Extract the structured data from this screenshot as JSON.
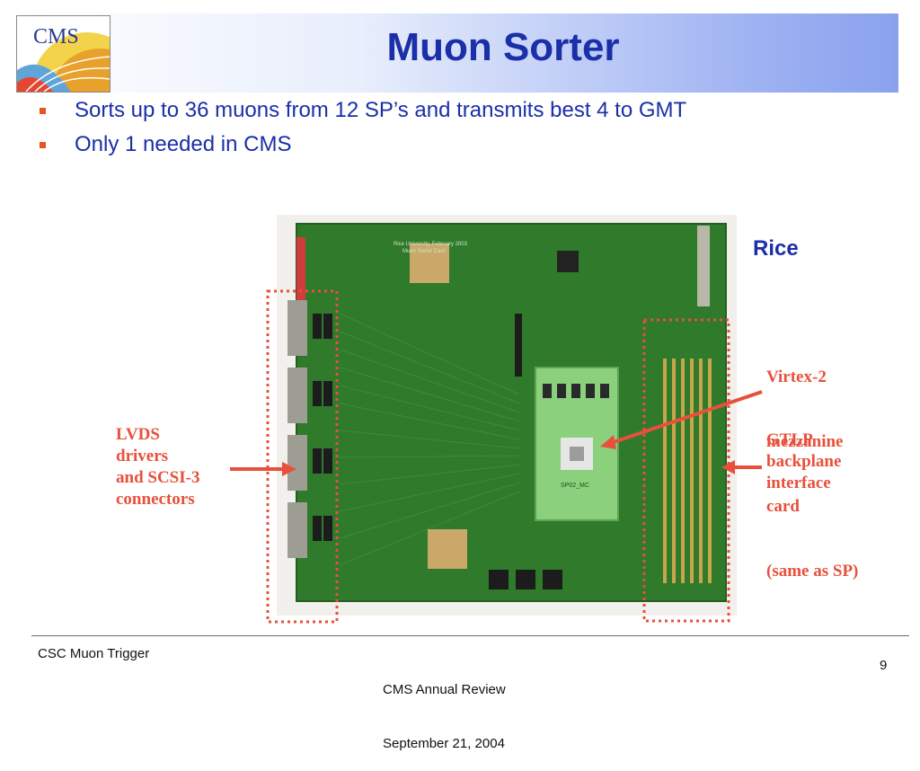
{
  "slide": {
    "title": "Muon Sorter",
    "bullets": [
      "Sorts up to 36 muons from 12 SP’s and transmits best 4 to GMT",
      "Only 1 needed in CMS"
    ]
  },
  "logo": {
    "text": "CMS"
  },
  "photo": {
    "silkscreen_line1": "Rice University, February 2003",
    "silkscreen_line2": "Muon Sorter Card",
    "mezzanine_label": "SP02_MC"
  },
  "annotations": {
    "rice": "Rice",
    "virtex_line1": "Virtex-2",
    "virtex_line2": "mezzanine",
    "virtex_line3": "card",
    "virtex_line4": "(same as SP)",
    "gtlp": "GTLP\nbackplane\ninterface",
    "lvds": "LVDS\ndrivers\nand SCSI-3\nconnectors"
  },
  "footer": {
    "left": "CSC Muon Trigger",
    "center_line1": "CMS Annual Review",
    "center_line2": "September 21, 2004",
    "page_number": "9"
  },
  "colors": {
    "title_blue": "#1a2fa8",
    "annotation_red": "#e8503c",
    "bullet_orange": "#e8541c",
    "pcb_green": "#2f7a2b"
  }
}
